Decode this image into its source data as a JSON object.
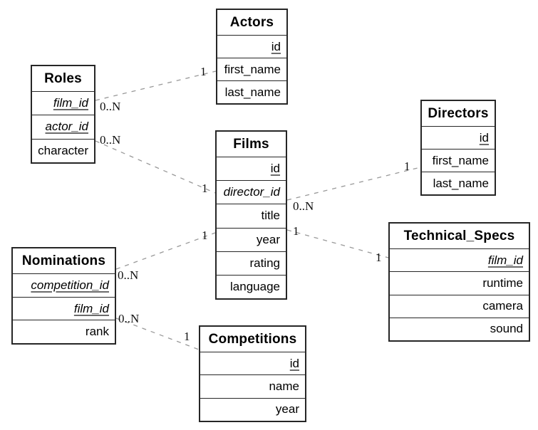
{
  "entities": [
    {
      "name": "Actors",
      "fields": [
        {
          "name": "id",
          "pk": true,
          "fk": false
        },
        {
          "name": "first_name",
          "pk": false,
          "fk": false
        },
        {
          "name": "last_name",
          "pk": false,
          "fk": false
        }
      ]
    },
    {
      "name": "Roles",
      "fields": [
        {
          "name": "film_id",
          "pk": true,
          "fk": true
        },
        {
          "name": "actor_id",
          "pk": true,
          "fk": true
        },
        {
          "name": "character",
          "pk": false,
          "fk": false
        }
      ]
    },
    {
      "name": "Films",
      "fields": [
        {
          "name": "id",
          "pk": true,
          "fk": false
        },
        {
          "name": "director_id",
          "pk": false,
          "fk": true
        },
        {
          "name": "title",
          "pk": false,
          "fk": false
        },
        {
          "name": "year",
          "pk": false,
          "fk": false
        },
        {
          "name": "rating",
          "pk": false,
          "fk": false
        },
        {
          "name": "language",
          "pk": false,
          "fk": false
        }
      ]
    },
    {
      "name": "Directors",
      "fields": [
        {
          "name": "id",
          "pk": true,
          "fk": false
        },
        {
          "name": "first_name",
          "pk": false,
          "fk": false
        },
        {
          "name": "last_name",
          "pk": false,
          "fk": false
        }
      ]
    },
    {
      "name": "Nominations",
      "fields": [
        {
          "name": "competition_id",
          "pk": true,
          "fk": true
        },
        {
          "name": "film_id",
          "pk": true,
          "fk": true
        },
        {
          "name": "rank",
          "pk": false,
          "fk": false
        }
      ]
    },
    {
      "name": "Competitions",
      "fields": [
        {
          "name": "id",
          "pk": true,
          "fk": false
        },
        {
          "name": "name",
          "pk": false,
          "fk": false
        },
        {
          "name": "year",
          "pk": false,
          "fk": false
        }
      ]
    },
    {
      "name": "Technical_Specs",
      "fields": [
        {
          "name": "film_id",
          "pk": true,
          "fk": true
        },
        {
          "name": "runtime",
          "pk": false,
          "fk": false
        },
        {
          "name": "camera",
          "pk": false,
          "fk": false
        },
        {
          "name": "sound",
          "pk": false,
          "fk": false
        }
      ]
    }
  ],
  "relationships": [
    {
      "from": "Roles",
      "to": "Actors",
      "from_card": "0..N",
      "to_card": "1"
    },
    {
      "from": "Roles",
      "to": "Films",
      "from_card": "0..N",
      "to_card": "1"
    },
    {
      "from": "Nominations",
      "to": "Films",
      "from_card": "0..N",
      "to_card": "1"
    },
    {
      "from": "Nominations",
      "to": "Competitions",
      "from_card": "0..N",
      "to_card": "1"
    },
    {
      "from": "Films",
      "to": "Directors",
      "from_card": "0..N",
      "to_card": "1"
    },
    {
      "from": "Films",
      "to": "Technical_Specs",
      "from_card": "1",
      "to_card": "1"
    }
  ]
}
